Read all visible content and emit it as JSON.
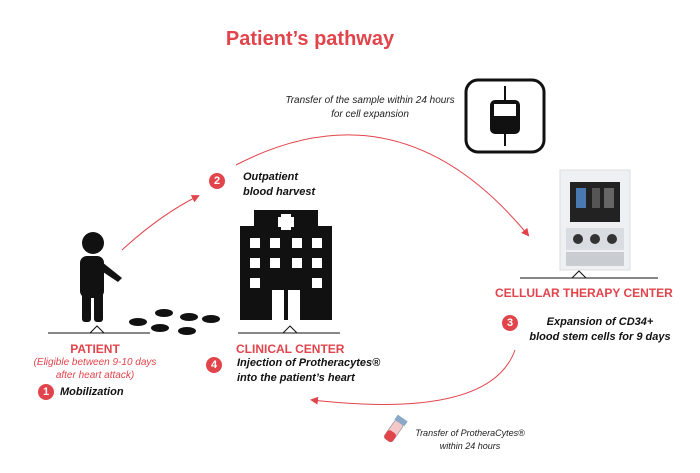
{
  "title": "Patient’s pathway",
  "transfer_sample": {
    "line1": "Transfer of the sample within 24 hours",
    "line2": "for cell expansion"
  },
  "step2": {
    "number": "2",
    "line1": "Outpatient",
    "line2": "blood harvest"
  },
  "patient": {
    "label": "PATIENT",
    "note1": "(Eligible between 9-10 days",
    "note2": "after heart attack)"
  },
  "step1": {
    "number": "1",
    "label": "Mobilization"
  },
  "clinical_center": {
    "label": "CLINICAL CENTER"
  },
  "step4": {
    "number": "4",
    "line1": "Injection of Protheracytes®",
    "line2": "into the patient’s heart"
  },
  "cellular_center": {
    "label": "CELLULAR THERAPY CENTER"
  },
  "step3": {
    "number": "3",
    "line1": "Expansion of CD34+",
    "line2": "blood stem cells for 9 days"
  },
  "transfer_cells": {
    "line1": "Transfer of ProtheraCytes®",
    "line2": "within 24 hours"
  },
  "colors": {
    "accent": "#e2444b",
    "ink": "#111111"
  },
  "icons": [
    "blood-bag-icon",
    "person-icon",
    "hospital-icon",
    "footprints-icon",
    "therapy-machine-icon",
    "vial-icon"
  ]
}
